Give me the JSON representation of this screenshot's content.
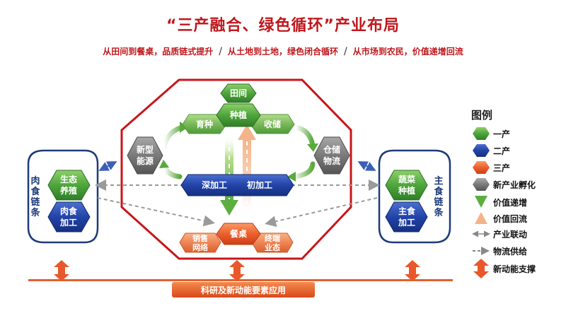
{
  "title": "“三产融合、绿色循环”产业布局",
  "subtitle": {
    "part1": "从田间到餐桌，品质链式提升",
    "sep": "/",
    "part2": "从土地到土地，绿色闭合循环",
    "part3": "从市场到农民，价值递增回流"
  },
  "nodes": {
    "tianjian": "田间",
    "yuzhong": "育种",
    "zhongzhi": "种植",
    "shouchu": "收储",
    "xinxing_l1": "新型",
    "xinxing_l2": "能源",
    "cangchu_l1": "仓储",
    "cangchu_l2": "物流",
    "shenjiagong": "深加工",
    "chujiagong": "初加工",
    "canzhuo": "餐桌",
    "xiaoshou_l1": "销售",
    "xiaoshou_l2": "网络",
    "zhongduan_l1": "终端",
    "zhongduan_l2": "业态"
  },
  "left_chain": {
    "title_chars": [
      "肉",
      "食",
      "链",
      "条"
    ],
    "node1_l1": "生态",
    "node1_l2": "养殖",
    "node2_l1": "肉食",
    "node2_l2": "加工"
  },
  "right_chain": {
    "title_chars": [
      "主",
      "食",
      "链",
      "条"
    ],
    "node1_l1": "蔬菜",
    "node1_l2": "种植",
    "node2_l1": "主食",
    "node2_l2": "加工"
  },
  "bottom_bar": "科研及新动能要素应用",
  "legend": {
    "title": "图例",
    "items": [
      {
        "label": "一产",
        "icon": "green-hexagon-icon"
      },
      {
        "label": "二产",
        "icon": "blue-hexagon-icon"
      },
      {
        "label": "三产",
        "icon": "orange-hexagon-icon"
      },
      {
        "label": "新产业孵化",
        "icon": "gray-hexagon-icon"
      },
      {
        "label": "价值递增",
        "icon": "green-down-arrow-icon"
      },
      {
        "label": "价值回流",
        "icon": "peach-up-arrow-icon"
      },
      {
        "label": "产业联动",
        "icon": "double-arrow-icon"
      },
      {
        "label": "物流供给",
        "icon": "dashed-arrow-icon"
      },
      {
        "label": "新动能支撑",
        "icon": "orange-updown-arrow-icon"
      }
    ]
  },
  "colors": {
    "primary": "#3f9a3a",
    "secondary": "#1f3fa0",
    "tertiary": "#e8582a",
    "incubation": "#7a7a7a",
    "accent_red": "#c0171c"
  }
}
